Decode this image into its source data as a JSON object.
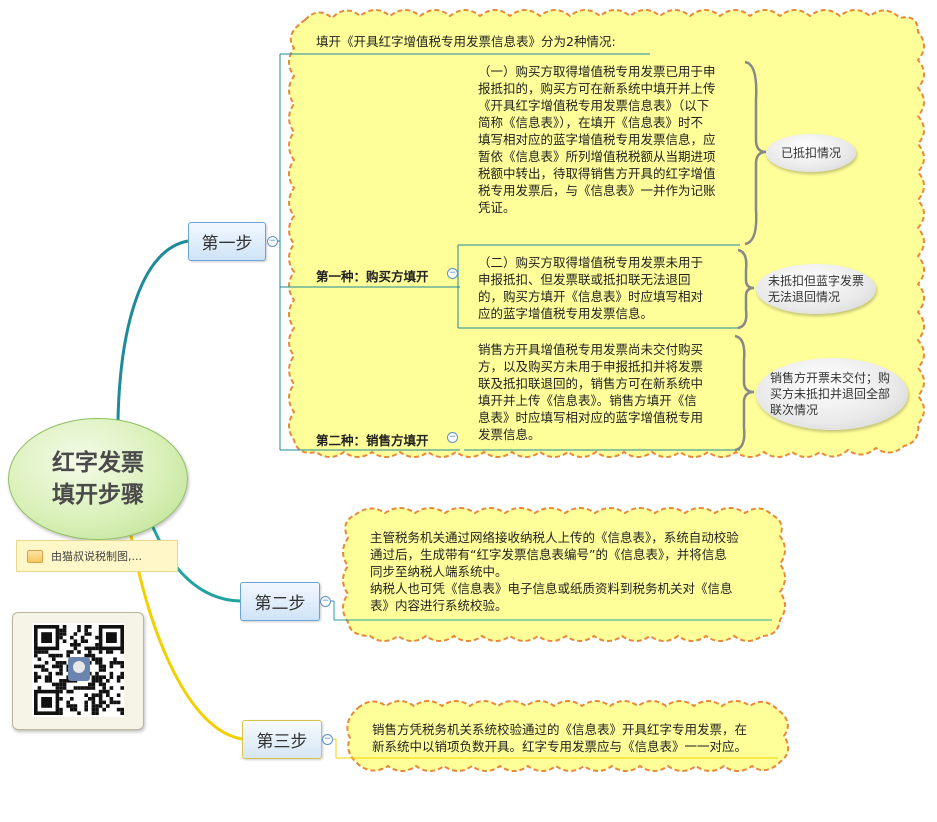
{
  "central_topic": "红字发票\n填开步骤",
  "note_text": "由猫叔说税制图,...",
  "note_icon": "note-icon",
  "steps": [
    {
      "label": "第一步"
    },
    {
      "label": "第二步"
    },
    {
      "label": "第三步"
    }
  ],
  "step1": {
    "heading": "填开《开具红字增值税专用发票信息表》分为2种情况:",
    "case1_label": "第一种：购买方填开",
    "case2_label": "第二种：销售方填开",
    "item1_text": "（一）购买方取得增值税专用发票已用于申\n报抵扣的，购买方可在新系统中填开并上传\n《开具红字增值税专用发票信息表》（以下\n简称《信息表》），在填开《信息表》时不\n填写相对应的蓝字增值税专用发票信息，应\n暂依《信息表》所列增值税税额从当期进项\n税额中转出，待取得销售方开具的红字增值\n税专用发票后，与《信息表》一并作为记账\n凭证。",
    "item1_tag": "已抵扣情况",
    "item2_text": "（二）购买方取得增值税专用发票未用于\n申报抵扣、但发票联或抵扣联无法退回\n的，购买方填开《信息表》时应填写相对\n应的蓝字增值税专用发票信息。",
    "item2_tag": "未抵扣但蓝字发票\n无法退回情况",
    "item3_text": "销售方开具增值税专用发票尚未交付购买\n方，以及购买方未用于申报抵扣并将发票\n联及抵扣联退回的，销售方可在新系统中\n填开并上传《信息表》。销售方填开《信\n息表》时应填写相对应的蓝字增值税专用\n发票信息。",
    "item3_tag": "销售方开票未交付；购\n买方未抵扣并退回全部\n联次情况"
  },
  "step2": {
    "text": "主管税务机关通过网络接收纳税人上传的《信息表》，系统自动校验\n通过后，生成带有“红字发票信息表编号”的《信息表》，并将信息\n同步至纳税人端系统中。\n纳税人也可凭《信息表》电子信息或纸质资料到税务机关对《信息\n表》内容进行系统校验。"
  },
  "step3": {
    "text": "销售方凭税务机关系统校验通过的《信息表》开具红字专用发票，在\n新系统中以销项负数开具。红字专用发票应与《信息表》一一对应。"
  },
  "qr_code": "qr-code-image",
  "colors": {
    "cloud_fill": "#ffff99",
    "cloud_border": "#e8893a",
    "branch_step1": "#1f8a99",
    "branch_step2": "#22a3a0",
    "branch_step3": "#f0d000",
    "central_fill": "#cfeaa8",
    "step_fill": "#dce9f7"
  }
}
